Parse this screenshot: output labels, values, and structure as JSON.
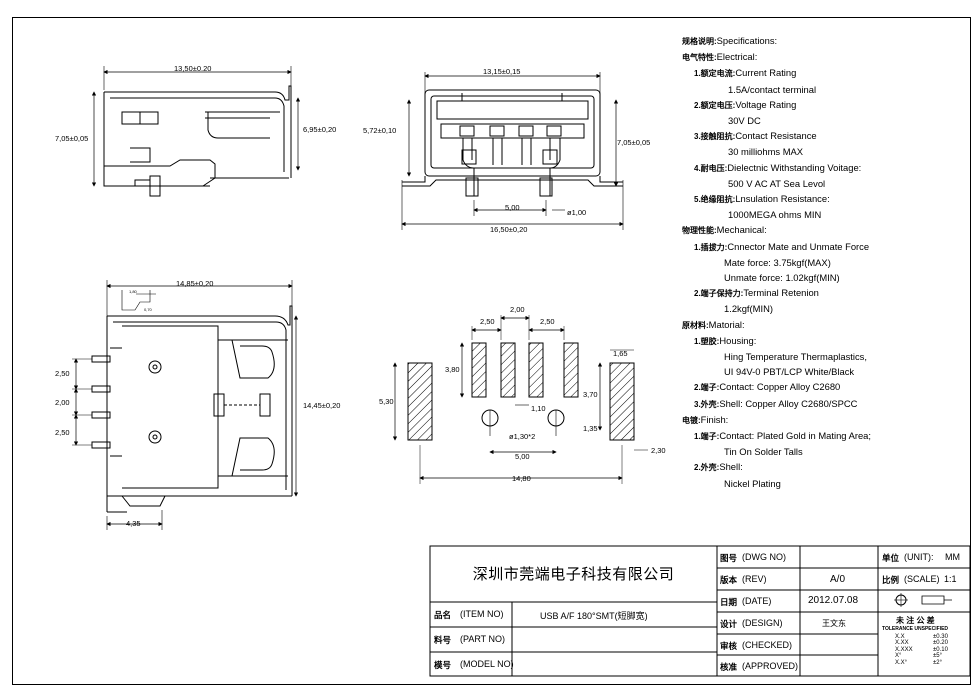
{
  "drawing": {
    "top_left": {
      "width": "13,50±0.20",
      "height": "7,05±0,05",
      "inner_height": "6,95±0,20"
    },
    "top_right": {
      "width": "13,15±0,15",
      "overall": "16,50±0,20",
      "left_height": "5,72±0,10",
      "right_height": "7,05±0,05",
      "pitch": "5,00",
      "pin_dia": "ø1,00"
    },
    "bottom_left": {
      "width": "14,85±0,20",
      "height": "14,45±0,20",
      "p1": "2,50",
      "p2": "2,00",
      "p3": "2,50",
      "base": "4,35",
      "small1": "1,80",
      "small2": "0,70"
    },
    "footprint": {
      "p1": "2,50",
      "p2": "2,00",
      "p3": "2,50",
      "pad_h": "3,80",
      "big_h": "5,30",
      "big_w": "1,65",
      "gap": "1,10",
      "hole": "ø1,30*2",
      "side_h": "3,70",
      "offset": "1,35",
      "edge": "2,30",
      "center": "5,00",
      "overall": "14,80"
    }
  },
  "spec": [
    {
      "zh": "规格说明:",
      "en": "Specifications:",
      "lvl": 0
    },
    {
      "zh": "电气特性:",
      "en": "Electrical:",
      "lvl": 0
    },
    {
      "zh": "1.额定电流:",
      "en": "Current Rating",
      "lvl": 1
    },
    {
      "zh": "",
      "en": "1.5A/contact terminal",
      "lvl": 2
    },
    {
      "zh": "2.额定电压:",
      "en": "Voltage Rating",
      "lvl": 1
    },
    {
      "zh": "",
      "en": "30V DC",
      "lvl": 2
    },
    {
      "zh": "3.接触阻抗:",
      "en": "Contact Resistance",
      "lvl": 1
    },
    {
      "zh": "",
      "en": "30 milliohms MAX",
      "lvl": 2
    },
    {
      "zh": "4.耐电压:",
      "en": "Dielectnic Withstanding Voitage:",
      "lvl": 1
    },
    {
      "zh": "",
      "en": "500 V AC AT Sea Levol",
      "lvl": 2
    },
    {
      "zh": "5.绝缘阻抗:",
      "en": "Lnsulation Resistance:",
      "lvl": 1
    },
    {
      "zh": "",
      "en": "1000MEGA ohms MIN",
      "lvl": 2
    },
    {
      "zh": "物理性能:",
      "en": "Mechanical:",
      "lvl": 0
    },
    {
      "zh": "1.插拔力:",
      "en": "Cnnector Mate and Unmate Force",
      "lvl": 1
    },
    {
      "zh": "",
      "en": "Mate force: 3.75kgf(MAX)",
      "lvl": 3
    },
    {
      "zh": "",
      "en": "Unmate force: 1.02kgf(MIN)",
      "lvl": 3
    },
    {
      "zh": "2.端子保持力:",
      "en": "Terminal Retenion",
      "lvl": 1
    },
    {
      "zh": "",
      "en": "1.2kgf(MIN)",
      "lvl": 3
    },
    {
      "zh": "原材料:",
      "en": "Matorial:",
      "lvl": 0
    },
    {
      "zh": "1.塑胶:",
      "en": "Housing:",
      "lvl": 1
    },
    {
      "zh": "",
      "en": "Hing Temperature  Thermaplastics,",
      "lvl": 3
    },
    {
      "zh": "",
      "en": "UI 94V-0  PBT/LCP White/Black",
      "lvl": 3
    },
    {
      "zh": "2.端子:",
      "en": "Contact: Copper Alloy C2680",
      "lvl": 1
    },
    {
      "zh": "3.外壳:",
      "en": "Shell:  Copper Alloy C2680/SPCC",
      "lvl": 1
    },
    {
      "zh": "电镀:",
      "en": "Finish:",
      "lvl": 0
    },
    {
      "zh": "1.端子:",
      "en": "Contact:  Plated Gold in Mating Area;",
      "lvl": 1
    },
    {
      "zh": "",
      "en": "Tin On Solder Talls",
      "lvl": 3
    },
    {
      "zh": "2.外壳:",
      "en": "Shell:",
      "lvl": 1
    },
    {
      "zh": "",
      "en": "Nickel Plating",
      "lvl": 3
    }
  ],
  "title_block": {
    "company": "深圳市莞端电子科技有限公司",
    "item_no_zh": "品名",
    "item_no_en": "(ITEM NO)",
    "item_no_val": "USB A/F 180°SMT(短脚宽)",
    "part_no_zh": "料号",
    "part_no_en": "(PART NO)",
    "model_no_zh": "模号",
    "model_no_en": "(MODEL NO)",
    "dwg_zh": "图号",
    "dwg_en": "(DWG NO)",
    "rev_zh": "版本",
    "rev_en": "(REV)",
    "rev_val": "A/0",
    "date_zh": "日期",
    "date_en": "(DATE)",
    "date_val": "2012.07.08",
    "design_zh": "设计",
    "design_en": "(DESIGN)",
    "design_val": "王文东",
    "checked_zh": "审核",
    "checked_en": "(CHECKED)",
    "approved_zh": "核准",
    "approved_en": "(APPROVED)",
    "unit_zh": "单位",
    "unit_en": "(UNIT):",
    "unit_val": "MM",
    "scale_zh": "比例",
    "scale_en": "(SCALE)",
    "scale_val": "1:1",
    "tol_zh": "未 注 公 差",
    "tol_en": "TOLERANCE UNSPECIFIED",
    "tol_rows": [
      [
        "X.X",
        "±0.30"
      ],
      [
        "X.XX",
        "±0.20"
      ],
      [
        "X.XXX",
        "±0.10"
      ],
      [
        "X°",
        "±5°"
      ],
      [
        "X.X°",
        "±2°"
      ]
    ]
  }
}
